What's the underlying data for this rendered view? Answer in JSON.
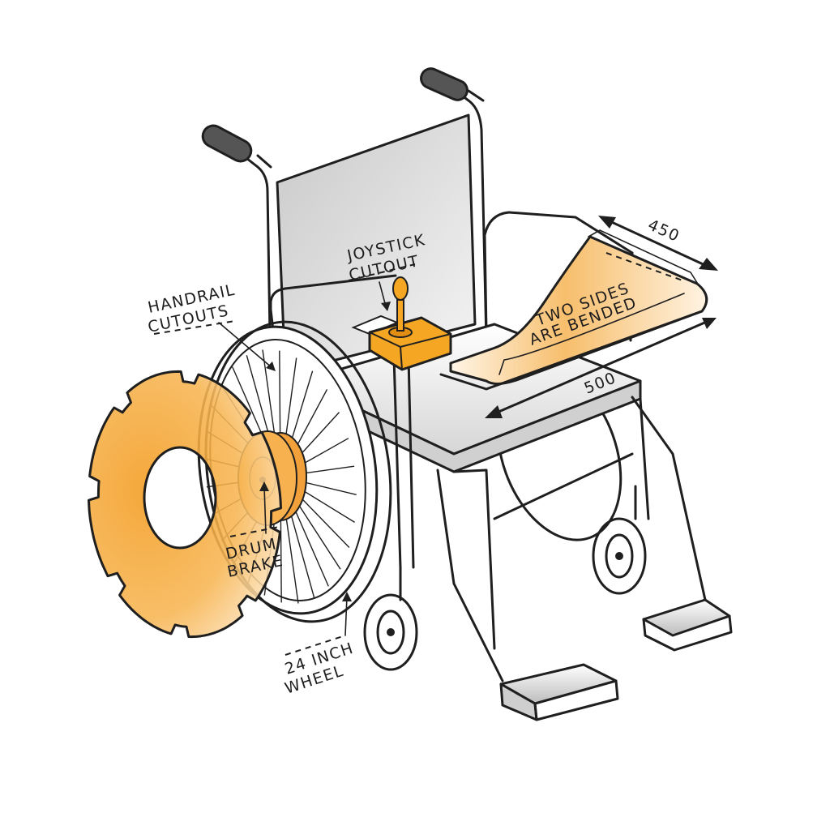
{
  "labels": {
    "joystick_line1": "JOYSTICK",
    "joystick_line2": "CUTOUT",
    "handrail_line1": "HANDRAIL",
    "handrail_line2": "CUTOUTS",
    "drum_line1": "DRUM",
    "drum_line2": "BRAKE",
    "wheel_line1": "24 INCH",
    "wheel_line2": "WHEEL",
    "tray_line1": "TWO SIDES",
    "tray_line2": "ARE BENDED",
    "dim_width": "450",
    "dim_length": "500"
  },
  "colors": {
    "accent": "#f5a623",
    "accent_light": "#fde2b4",
    "outline": "#1f1f1f",
    "frame_fill": "#ffffff",
    "seat_grey": "#d9d9d9",
    "handle_grey": "#555555"
  }
}
